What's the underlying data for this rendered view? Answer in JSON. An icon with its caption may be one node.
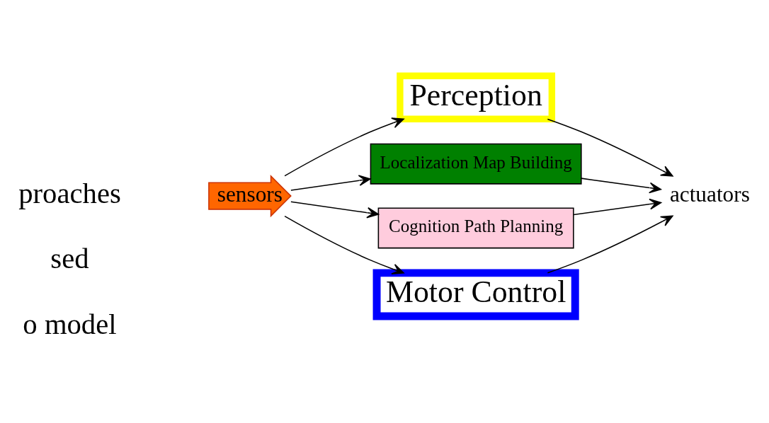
{
  "diagram": {
    "nodes": [
      {
        "text": [
          "sensors"
        ]
      },
      {
        "text": [
          "Perception"
        ]
      },
      {
        "text": [
          "Localization Map Building"
        ]
      },
      {
        "text": [
          "Cognition Path Planning"
        ]
      },
      {
        "text": [
          "Motor Control"
        ]
      },
      {
        "text": [
          "actuators"
        ]
      }
    ],
    "edges": [
      {
        "from": 0,
        "to": 1,
        "arrow": "to"
      },
      {
        "from": 0,
        "to": 2,
        "arrow": "to"
      },
      {
        "from": 0,
        "to": 3,
        "arrow": "to"
      },
      {
        "from": 0,
        "to": 4,
        "arrow": "to"
      },
      {
        "from": 1,
        "to": 5,
        "arrow": "to"
      },
      {
        "from": 2,
        "to": 5,
        "arrow": "to"
      },
      {
        "from": 3,
        "to": 5,
        "arrow": "to"
      },
      {
        "from": 4,
        "to": 5,
        "arrow": "to"
      }
    ],
    "labels": [
      "o model",
      "sed",
      "proaches"
    ]
  }
}
